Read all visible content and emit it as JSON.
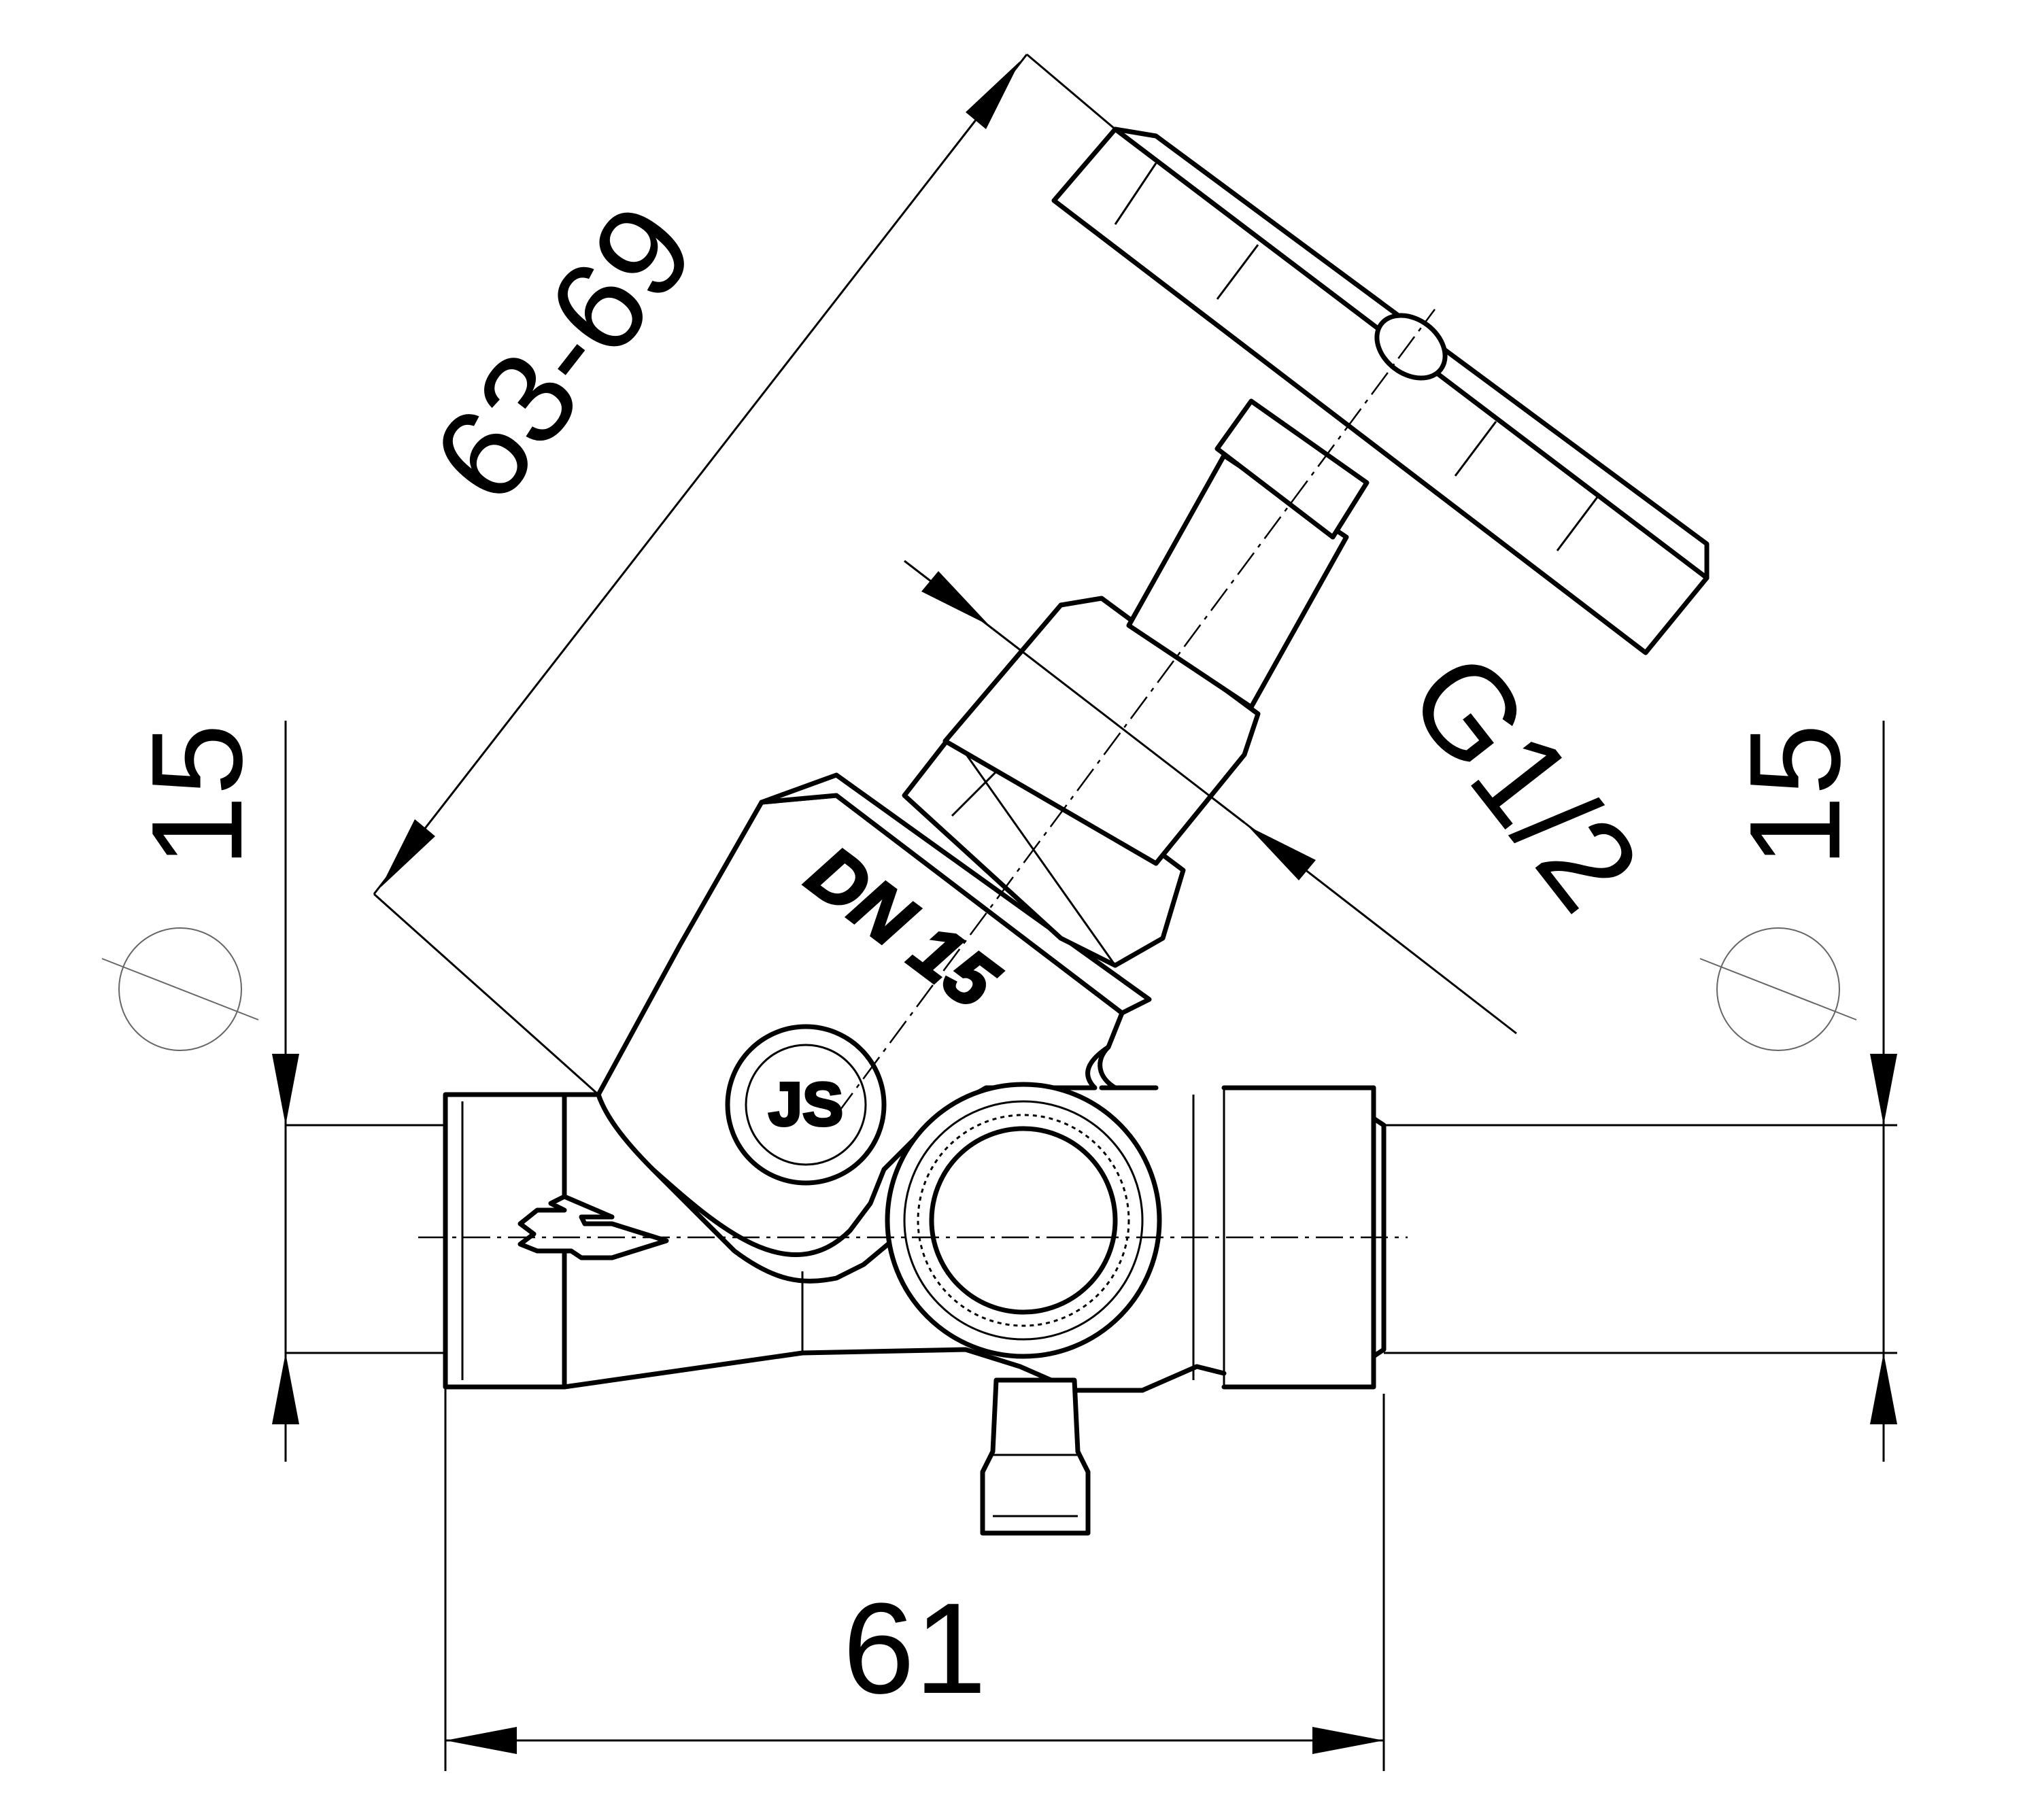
{
  "drawing": {
    "dimensions": {
      "overall_length": "61",
      "left_pipe_diameter": "15",
      "right_pipe_diameter": "15",
      "handwheel_height": "63-69",
      "bonnet_thread": "G1/2"
    },
    "body_markings": {
      "nominal_size": "DN 15",
      "manufacturer_logo": "JS"
    },
    "flow_direction_arrow": "flow-arrow-icon"
  }
}
